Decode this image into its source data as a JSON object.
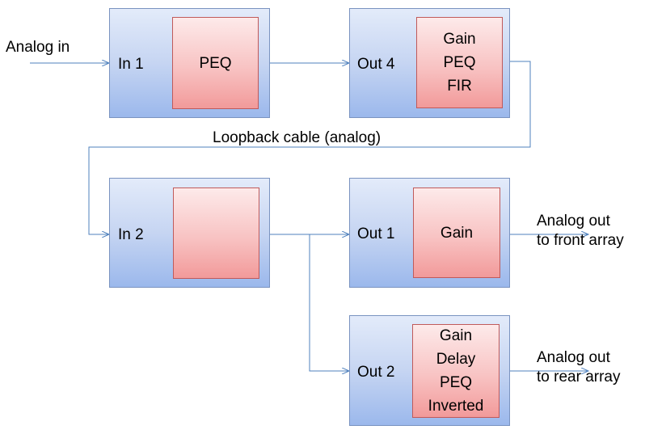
{
  "blocks": {
    "in1": {
      "port": "In 1",
      "proc": [
        "PEQ"
      ]
    },
    "out4": {
      "port": "Out 4",
      "proc": [
        "Gain",
        "PEQ",
        "FIR"
      ]
    },
    "in2": {
      "port": "In 2",
      "proc": []
    },
    "out1": {
      "port": "Out 1",
      "proc": [
        "Gain"
      ]
    },
    "out2": {
      "port": "Out 2",
      "proc": [
        "Gain",
        "Delay",
        "PEQ",
        "Inverted"
      ]
    }
  },
  "labels": {
    "analog_in": "Analog in",
    "loopback": "Loopback cable (analog)",
    "front_out": [
      "Analog out",
      "to front array"
    ],
    "rear_out": [
      "Analog out",
      "to rear array"
    ]
  },
  "colors": {
    "wire": "#4f81bd",
    "block_border": "#7a93c0",
    "proc_border": "#c05a5a"
  }
}
